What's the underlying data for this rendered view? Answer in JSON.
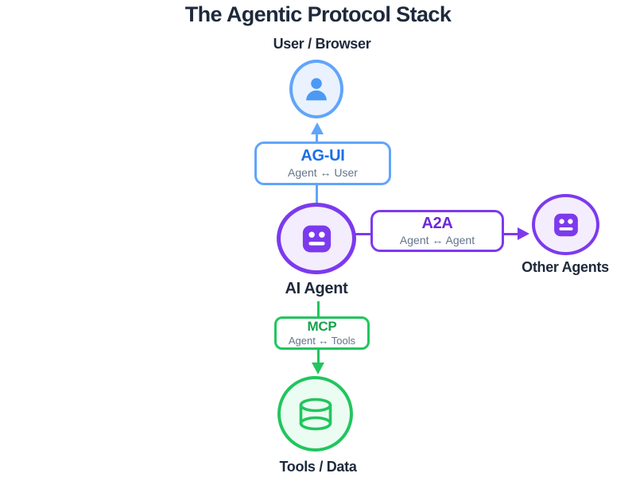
{
  "title": "The Agentic Protocol Stack",
  "colors": {
    "text_dark": "#1e293b",
    "text_gray": "#64748b",
    "blue": "#60a5fa",
    "blue_fill": "#e9f2fe",
    "blue_icon": "#4c99f6",
    "blue_text": "#1a6fe8",
    "purple": "#7c3aed",
    "purple_fill": "#f4edfd",
    "purple_text": "#6d28d9",
    "green": "#22c55e",
    "green_fill": "#ebfcf2",
    "green_text": "#16a34a",
    "box_bg": "#ffffff"
  },
  "nodes": {
    "user": {
      "label": "User / Browser",
      "icon": "person-icon"
    },
    "agent": {
      "label": "AI Agent",
      "icon": "robot-icon"
    },
    "other_agents": {
      "label": "Other Agents",
      "icon": "robot-icon"
    },
    "tools": {
      "label": "Tools / Data",
      "icon": "database-icon"
    }
  },
  "protocols": {
    "agui": {
      "name": "AG-UI",
      "relation": "Agent ↔ User"
    },
    "a2a": {
      "name": "A2A",
      "relation": "Agent ↔ Agent"
    },
    "mcp": {
      "name": "MCP",
      "relation": "Agent ↔ Tools"
    }
  }
}
